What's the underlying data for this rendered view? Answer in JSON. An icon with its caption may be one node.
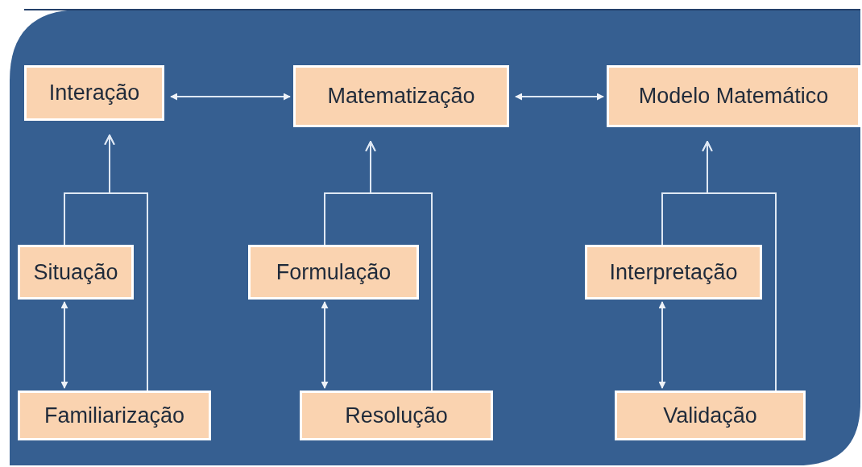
{
  "diagram": {
    "nodes": [
      {
        "text": [
          "Interação"
        ]
      },
      {
        "text": [
          "Matematização"
        ]
      },
      {
        "text": [
          "Modelo Matemático"
        ]
      },
      {
        "text": [
          "Situação"
        ]
      },
      {
        "text": [
          "Formulação"
        ]
      },
      {
        "text": [
          "Interpretação"
        ]
      },
      {
        "text": [
          "Familiarização"
        ]
      },
      {
        "text": [
          "Resolução"
        ]
      },
      {
        "text": [
          "Validação"
        ]
      }
    ],
    "edges": [
      {
        "from": 0,
        "to": 1,
        "arrow": "both"
      },
      {
        "from": 1,
        "to": 2,
        "arrow": "both"
      },
      {
        "from": 3,
        "to": 0,
        "arrow": "to"
      },
      {
        "from": 6,
        "to": 0,
        "arrow": "to"
      },
      {
        "from": 3,
        "to": 6,
        "arrow": "both"
      },
      {
        "from": 4,
        "to": 1,
        "arrow": "to"
      },
      {
        "from": 7,
        "to": 1,
        "arrow": "to"
      },
      {
        "from": 4,
        "to": 7,
        "arrow": "both"
      },
      {
        "from": 5,
        "to": 2,
        "arrow": "to"
      },
      {
        "from": 8,
        "to": 2,
        "arrow": "to"
      },
      {
        "from": 5,
        "to": 8,
        "arrow": "both"
      }
    ]
  }
}
